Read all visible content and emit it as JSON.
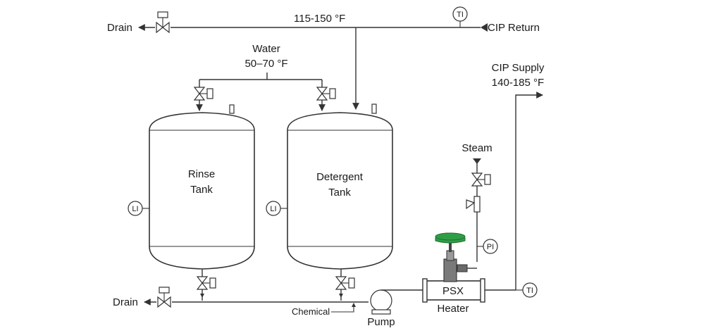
{
  "labels": {
    "drain_top": "Drain",
    "drain_bottom": "Drain",
    "return_temp": "115-150 °F",
    "cip_return": "CIP Return",
    "water": "Water",
    "water_temp": "50–70 °F",
    "cip_supply": "CIP Supply",
    "supply_temp": "140-185 °F",
    "steam": "Steam",
    "rinse_line1": "Rinse",
    "rinse_line2": "Tank",
    "detergent_line1": "Detergent",
    "detergent_line2": "Tank",
    "chemical": "Chemical",
    "pump": "Pump",
    "heater_tag": "PSX",
    "heater": "Heater"
  },
  "instruments": {
    "ti_return": "TI",
    "ti_supply": "TI",
    "li_rinse": "LI",
    "li_detergent": "LI",
    "pi_steam": "PI"
  },
  "colors": {
    "actuator": "#2e9e46",
    "actuator_dark": "#1f6e30",
    "line": "#333333"
  }
}
